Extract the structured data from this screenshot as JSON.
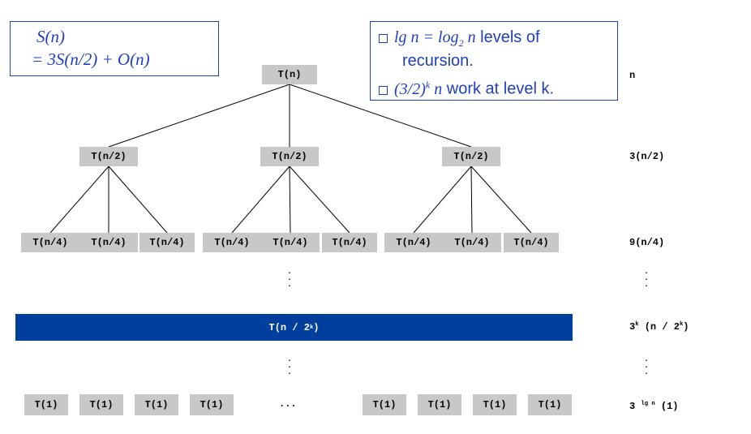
{
  "recurrence_box": {
    "line1": "S(n)",
    "line2": "= 3S(n/2) + O(n)"
  },
  "notes_box": {
    "bullet1_math": "lg n  =  log",
    "bullet1_sub": "2",
    "bullet1_math_end": " n",
    "bullet1_text": " levels of",
    "bullet1_cont": "recursion.",
    "bullet2_math": "(3/2)",
    "bullet2_sup": "k",
    "bullet2_math_end": " n",
    "bullet2_text": " work at level k."
  },
  "tree": {
    "root": "T(n)",
    "level1": [
      "T(n/2)",
      "T(n/2)",
      "T(n/2)"
    ],
    "level2": [
      "T(n/4)",
      "T(n/4)",
      "T(n/4)",
      "T(n/4)",
      "T(n/4)",
      "T(n/4)",
      "T(n/4)",
      "T(n/4)",
      "T(n/4)"
    ],
    "level_k_pre": "T(n / 2",
    "level_k_sup": "k",
    "level_k_post": ")",
    "leaves_left": [
      "T(1)",
      "T(1)",
      "T(1)",
      "T(1)"
    ],
    "leaves_ellipsis": "...",
    "leaves_right": [
      "T(1)",
      "T(1)",
      "T(1)",
      "T(1)"
    ]
  },
  "costs": {
    "level0": "n",
    "level1": "3(n/2)",
    "level2": "9(n/4)",
    "levelk_pre": "3",
    "levelk_sup1": "k",
    "levelk_mid": " (n / 2",
    "levelk_sup2": "k",
    "levelk_post": ")",
    "leaves_pre": "3 ",
    "leaves_sup": "lg n",
    "leaves_post": " (1)"
  },
  "colors": {
    "node_fill": "#c8c8c8",
    "band_fill": "#003f9e",
    "box_border": "#1f3fbf",
    "text_blue": "#1f3fbf"
  }
}
